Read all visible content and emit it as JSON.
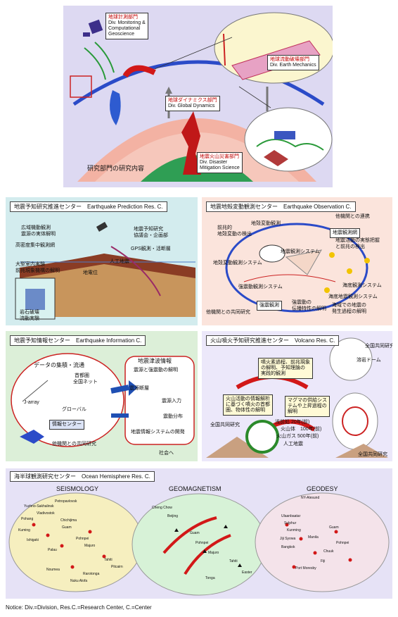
{
  "top": {
    "div_monitoring": {
      "jp": "地球計測部門",
      "en1": "Div. Monitoring &",
      "en2": "Computational",
      "en3": "Geoscience"
    },
    "div_mechanics": {
      "jp": "地球流動破壊部門",
      "en": "Div. Earth Mechanics"
    },
    "div_dynamics": {
      "jp": "地球ダイナミクス部門",
      "en": "Div. Global Dynamics"
    },
    "div_disaster": {
      "jp": "地震火山災害部門",
      "en1": "Div. Disaster",
      "en2": "Mitigation Science"
    },
    "caption": "研究部門の研究内容"
  },
  "prediction": {
    "header": "地震予知研究推進センター　Earthquake Prediction Res. C.",
    "l1": "広域機動観測",
    "l2": "震源の実体解明",
    "l3": "高密度集中観測網",
    "l4": "地震予知研究",
    "l5": "協議会・企画部",
    "l6": "GPS観測・活断層",
    "l7": "人工地震",
    "l8": "地電位",
    "l9": "大型室内実験",
    "l10": "前兆現象機構の解明",
    "l11": "岩石破壊",
    "l12": "流動実験"
  },
  "observation": {
    "header": "地震地殻変動観測センター　Earthquake Observation C.",
    "l1": "他機関との連携",
    "l2": "前兆的",
    "l3": "地殻変動の検出",
    "l4": "地殻変動観測",
    "l5": "地震観測システム",
    "l6": "地震観測網",
    "l7": "地震活動の実態把握",
    "l8": "と前兆の検出",
    "l9": "地殻変動観測システム",
    "l10": "強震動観測システム",
    "l11": "強震観測",
    "l12": "強震動の",
    "l13": "伝播特性の解明",
    "l14": "他機関との共同研究",
    "l15": "海底観測システム",
    "l16": "海底地震観測システム",
    "l17": "海域での地震の",
    "l18": "発生過程の解明"
  },
  "information": {
    "header": "地震予知情報センター　Earthquake Information C.",
    "left_title": "データの集積・流通",
    "l1": "首都圏",
    "l2": "全国ネット",
    "l3": "J-array",
    "l4": "グローバル",
    "l5": "情報センター",
    "l6": "他機関との共同研究",
    "right_title": "地震津波情報",
    "r1": "震源と強震動の解明",
    "r2": "震源断層",
    "r3": "震源入力",
    "r4": "震動分布",
    "r5": "地震情報システムの開発",
    "r6": "社会へ"
  },
  "volcano": {
    "header": "火山噴火予知研究推進センター　Volcano Res. C.",
    "l1": "全国共同研究",
    "l2": "溶岩ドーム",
    "l3": "噴火素過程、前兆現象",
    "l4": "の解明、予知理論の",
    "l5": "実践的観測",
    "l6": "火山活動の情報解析",
    "l7": "に基づく噴火の首都",
    "l8": "圏、物体性の解明",
    "l9": "マグマの供給シス",
    "l10": "テムや上昇過程の",
    "l11": "解明",
    "l12": "全国共同研究",
    "l13": "浅前処 20年(前)",
    "l14": "火山体　100年(前)",
    "l15": "火山ガス 500年(前)",
    "l16": "人工地震",
    "l17": "全国共同研究"
  },
  "ocean": {
    "header": "海半球観測研究センター　Ocean Hemisphere Res. C.",
    "maps": [
      {
        "title": "SEISMOLOGY"
      },
      {
        "title": "GEOMAGNETISM"
      },
      {
        "title": "GEODESY"
      }
    ],
    "s_labels": [
      "Yuzhno-Sakhalinsk",
      "Petropavlovsk",
      "Pohang",
      "Kuming",
      "Ishigaki",
      "Palau",
      "Majuro",
      "Pohnpei",
      "Pitcairn",
      "Tahiti",
      "Rarotonga",
      "Nuku Alofa",
      "Noumea",
      "Guam",
      "Chichijima",
      "Vladivostok"
    ],
    "g_labels": [
      "Cheng Chow",
      "Beijing",
      "Guam",
      "Pohnpei",
      "Majuro",
      "Tahiti",
      "Easter",
      "Tonga"
    ],
    "d_labels": [
      "NY-Alesund",
      "Ulaanbaatar",
      "Sulphur",
      "Kunming",
      "Jiji Syowa",
      "Bangkok",
      "Manila",
      "Guam",
      "Pohnpei",
      "Chuuk",
      "Fiji",
      "Port Moresby"
    ]
  },
  "notice": "Notice: Div.=Division,  Res.C.=Research Center,  C.=Center",
  "colors": {
    "top_bg": "#ddd9f2",
    "pred_bg": "#d3ecee",
    "obs_bg": "#fbe4dc",
    "info_bg": "#dcefd8",
    "volc_bg": "#ece8fa",
    "ocean_bg": "#e6e2f6",
    "accent_red": "#d21818"
  }
}
